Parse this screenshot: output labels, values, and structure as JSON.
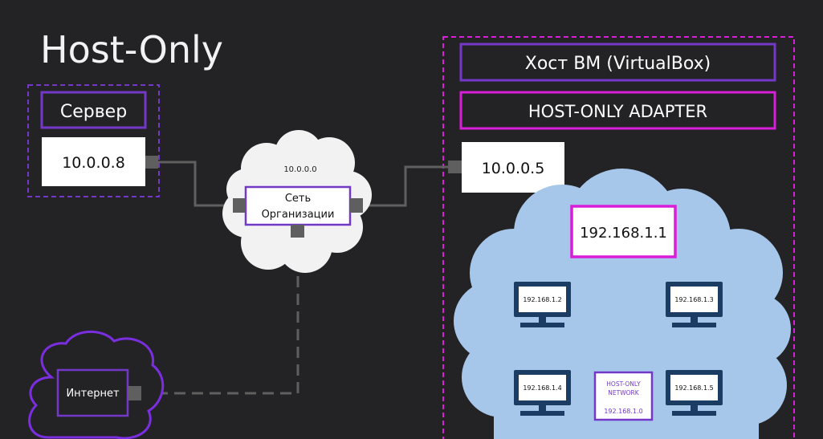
{
  "title": "Host-Only",
  "server": {
    "label": "Сервер",
    "ip": "10.0.0.8"
  },
  "org_network": {
    "cloud_label": "10.0.0.0",
    "line1": "Сеть",
    "line2": "Организации"
  },
  "host": {
    "title": "Хост ВМ (VirtualBox)",
    "adapter": "HOST-ONLY ADAPTER",
    "ip": "10.0.0.5"
  },
  "internet": {
    "label": "Интернет"
  },
  "hostonly_network": {
    "gateway": "192.168.1.1",
    "label_line1": "HOST-ONLY",
    "label_line2": "NETWORK",
    "subnet": "192.168.1.0",
    "computers": [
      {
        "ip": "192.168.1.2"
      },
      {
        "ip": "192.168.1.3"
      },
      {
        "ip": "192.168.1.4"
      },
      {
        "ip": "192.168.1.5"
      }
    ]
  },
  "colors": {
    "background": "#232326",
    "purple": "#7338c8",
    "magenta": "#d81ed8",
    "light_cloud": "#f2f2f2",
    "blue_cloud": "#a7c7ea",
    "wire": "#5f5f5f",
    "monitor": "#1c3d63"
  }
}
